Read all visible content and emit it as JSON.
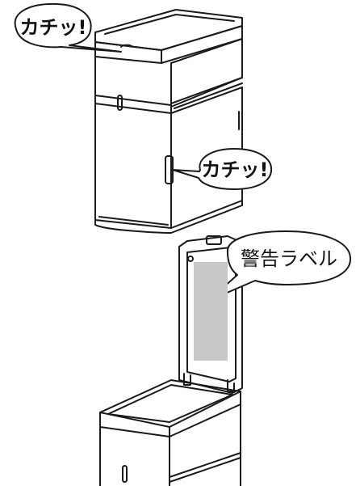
{
  "callouts": {
    "click_sound_top": "カチッ!",
    "click_sound_side": "カチッ!",
    "warning_label": "警告ラベル"
  },
  "colors": {
    "line": "#1a1a1a",
    "label_fill": "#c8c8c8",
    "background": "#ffffff"
  }
}
